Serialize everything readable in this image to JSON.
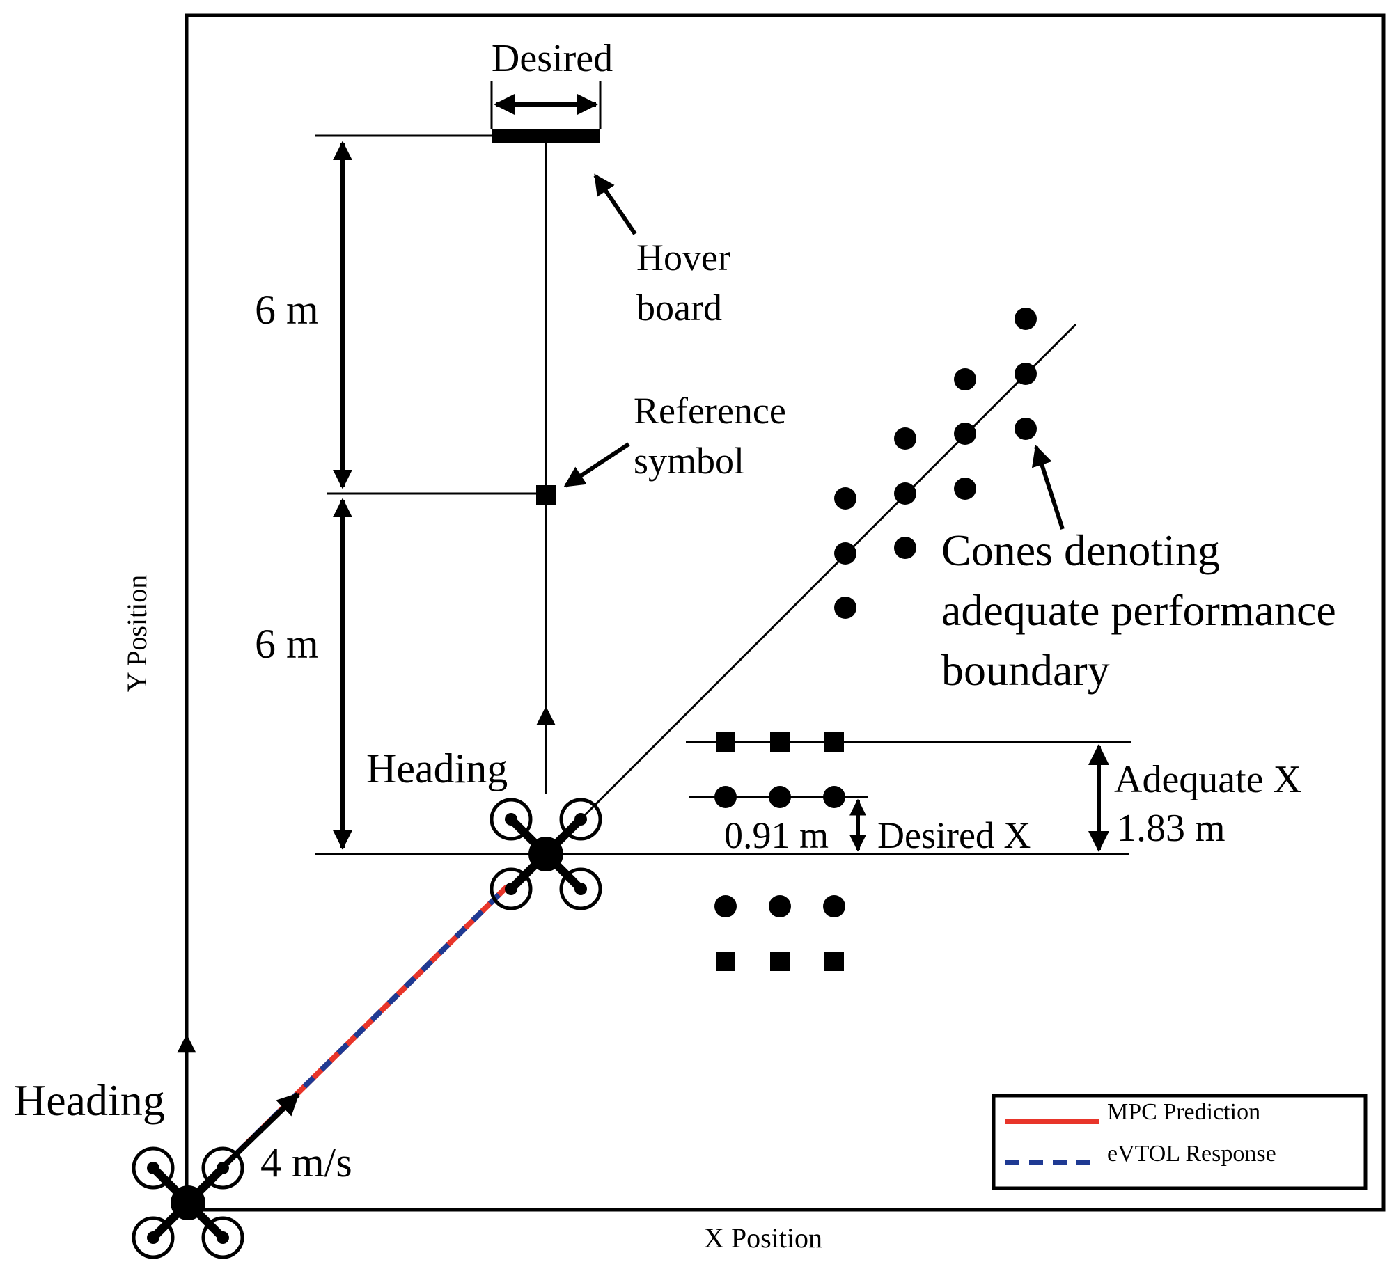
{
  "axes": {
    "x_label": "X Position",
    "y_label": "Y Position"
  },
  "labels": {
    "desired_top": "Desired",
    "hover_board_line1": "Hover",
    "hover_board_line2": "board",
    "reference_line1": "Reference",
    "reference_line2": "symbol",
    "six_m_upper": "6 m",
    "six_m_lower": "6 m",
    "cones_line1": "Cones denoting",
    "cones_line2": "adequate performance",
    "cones_line3": "boundary",
    "heading_mid": "Heading",
    "heading_start": "Heading",
    "speed": "4 m/s",
    "adequate_x_line1": "Adequate X",
    "adequate_x_line2": "1.83 m",
    "desired_x_value": "0.91 m",
    "desired_x_label": "Desired X"
  },
  "legend": {
    "items": [
      {
        "label": "MPC Prediction",
        "color": "#e8352a",
        "style": "solid"
      },
      {
        "label": "eVTOL Response",
        "color": "#1f3a93",
        "style": "dashed"
      }
    ]
  },
  "colors": {
    "mpc": "#e8352a",
    "evtol": "#1f3a93",
    "ink": "#000000"
  }
}
